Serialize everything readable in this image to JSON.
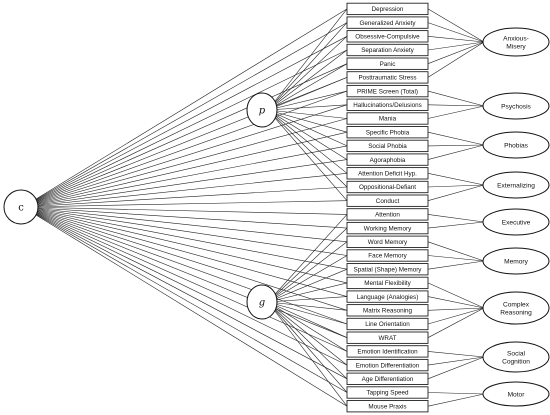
{
  "general_factor": "c",
  "domain_factors": [
    {
      "id": "p",
      "label": "p"
    },
    {
      "id": "g",
      "label": "g"
    }
  ],
  "measures": [
    {
      "label": "Depression",
      "domain": "p",
      "group": 0
    },
    {
      "label": "Generalized Anxiety",
      "domain": "p",
      "group": 0
    },
    {
      "label": "Obsessive-Compulsive",
      "domain": "p",
      "group": 0
    },
    {
      "label": "Separation Anxiety",
      "domain": "p",
      "group": 0
    },
    {
      "label": "Panic",
      "domain": "p",
      "group": 0
    },
    {
      "label": "Posttraumatic Stress",
      "domain": "p",
      "group": 0
    },
    {
      "label": "PRIME Screen (Total)",
      "domain": "p",
      "group": 1
    },
    {
      "label": "Hallucinations/Delusions",
      "domain": "p",
      "group": 1
    },
    {
      "label": "Mania",
      "domain": "p",
      "group": 1
    },
    {
      "label": "Specific Phobia",
      "domain": "p",
      "group": 2
    },
    {
      "label": "Social Phobia",
      "domain": "p",
      "group": 2
    },
    {
      "label": "Agoraphobia",
      "domain": "p",
      "group": 2
    },
    {
      "label": "Attention Deficit Hyp.",
      "domain": "p",
      "group": 3
    },
    {
      "label": "Oppositional-Defiant",
      "domain": "p",
      "group": 3
    },
    {
      "label": "Conduct",
      "domain": "p",
      "group": 3
    },
    {
      "label": "Attention",
      "domain": "g",
      "group": 4
    },
    {
      "label": "Working Memory",
      "domain": "g",
      "group": 4
    },
    {
      "label": "Word Memory",
      "domain": "g",
      "group": 5
    },
    {
      "label": "Face Memory",
      "domain": "g",
      "group": 5
    },
    {
      "label": "Spatial (Shape) Memory",
      "domain": "g",
      "group": 5
    },
    {
      "label": "Mental Flexibility",
      "domain": "g",
      "group": 6
    },
    {
      "label": "Language (Analogies)",
      "domain": "g",
      "group": 6
    },
    {
      "label": "Matrix Reasoning",
      "domain": "g",
      "group": 6
    },
    {
      "label": "Line Orientation",
      "domain": "g",
      "group": 6
    },
    {
      "label": "WRAT",
      "domain": "g",
      "group": 6
    },
    {
      "label": "Emotion Identification",
      "domain": "g",
      "group": 7
    },
    {
      "label": "Emotion Differentiation",
      "domain": "g",
      "group": 7
    },
    {
      "label": "Age Differentiation",
      "domain": "g",
      "group": 7
    },
    {
      "label": "Tapping Speed",
      "domain": "g",
      "group": 8
    },
    {
      "label": "Mouse Praxis",
      "domain": "g",
      "group": 8
    }
  ],
  "specific_factors": [
    {
      "lines": [
        "Anxious-",
        "Misery"
      ]
    },
    {
      "lines": [
        "Psychosis"
      ]
    },
    {
      "lines": [
        "Phobias"
      ]
    },
    {
      "lines": [
        "Externalizing"
      ]
    },
    {
      "lines": [
        "Executive"
      ]
    },
    {
      "lines": [
        "Memory"
      ]
    },
    {
      "lines": [
        "Complex",
        "Reasoning"
      ]
    },
    {
      "lines": [
        "Social",
        "Cognition"
      ]
    },
    {
      "lines": [
        "Motor"
      ]
    }
  ]
}
